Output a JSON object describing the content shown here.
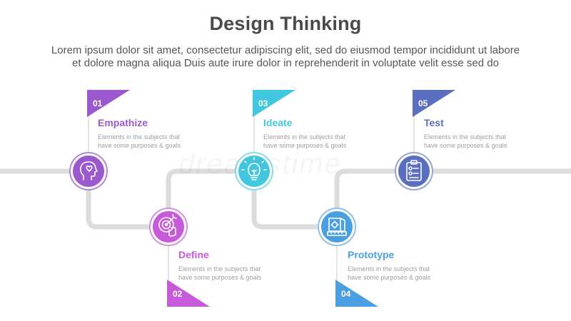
{
  "header": {
    "title": "Design Thinking",
    "subtitle_line1": "Lorem ipsum dolor sit amet, consectetur adipiscing elit, sed do eiusmod tempor incididunt ut labore",
    "subtitle_line2": "et dolore magna aliqua Duis aute irure dolor in reprehenderit in voluptate velit esse sed do"
  },
  "steps": [
    {
      "num": "01",
      "title": "Empathize",
      "desc1": "Elements in the subjects that",
      "desc2": "have  some purposes & goals",
      "color": "#9b59d0",
      "icon": "head-heart-icon"
    },
    {
      "num": "02",
      "title": "Define",
      "desc1": "Elements in the subjects that",
      "desc2": "have  some purposes & goals",
      "color": "#c75ad8",
      "icon": "target-click-icon"
    },
    {
      "num": "03",
      "title": "Ideate",
      "desc1": "Elements in the subjects that",
      "desc2": "have  some purposes & goals",
      "color": "#41c8e0",
      "icon": "lightbulb-icon"
    },
    {
      "num": "04",
      "title": "Prototype",
      "desc1": "Elements in the subjects that",
      "desc2": "have  some purposes & goals",
      "color": "#4a9fe0",
      "icon": "blueprint-icon"
    },
    {
      "num": "05",
      "title": "Test",
      "desc1": "Elements in the subjects that",
      "desc2": "have  some purposes & goals",
      "color": "#5a6fbf",
      "icon": "checklist-icon"
    }
  ],
  "colors": {
    "path": "#dcdcdc",
    "title": "#4a4a4a",
    "text": "#555555",
    "desc": "#a0a0a0"
  }
}
